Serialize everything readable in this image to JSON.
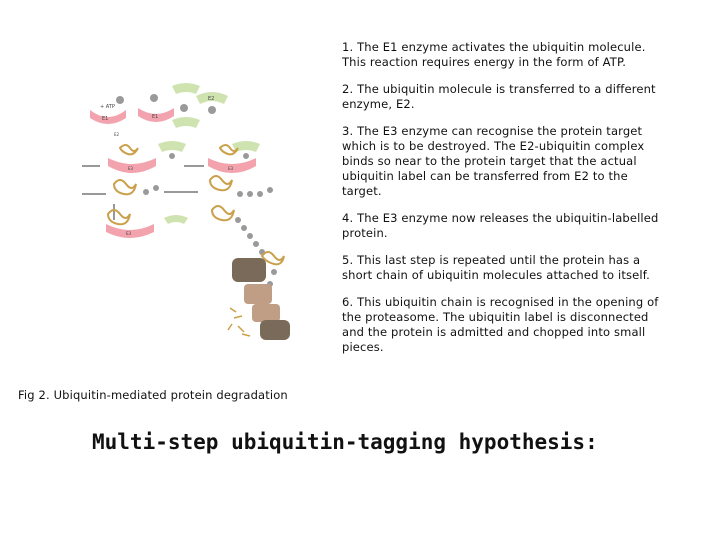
{
  "steps": [
    "1.  The E1 enzyme activates the ubiquitin molecule.\nThis reaction requires energy in the form of ATP.",
    "2.  The ubiquitin molecule is transferred to a different\nenzyme, E2.",
    "3.  The E3 enzyme can recognise the protein target\nwhich is to be destroyed. The E2-ubiquitin complex\nbinds so near to the protein target that the actual\nubiquitin label can be transferred from E2 to the\ntarget.",
    "4.  The E3 enzyme now releases the ubiquitin-labelled\nprotein.",
    "5.  This last step is repeated until the protein has a\nshort chain of ubiquitin molecules attached to itself.",
    "6.  This ubiquitin chain is recognised in the opening of\nthe proteasome. The ubiquitin label is disconnected\nand the protein is admitted and chopped into small\npieces."
  ],
  "caption": "Fig 2. Ubiquitin-mediated protein degradation",
  "heading": "Multi-step ubiquitin-tagging hypothesis:",
  "diagram": {
    "labels": {
      "e1": "E1",
      "e2": "E2",
      "e2b": "E2",
      "atp": "+ ATP",
      "e3": "E3",
      "e3b": "E3",
      "e3c": "E3"
    },
    "colors": {
      "e1": "#f2a3ad",
      "e2": "#cfe3b0",
      "ub": "#9a9a9a",
      "protein": "#caa04a",
      "proteasome": "#7a6a5a"
    }
  }
}
